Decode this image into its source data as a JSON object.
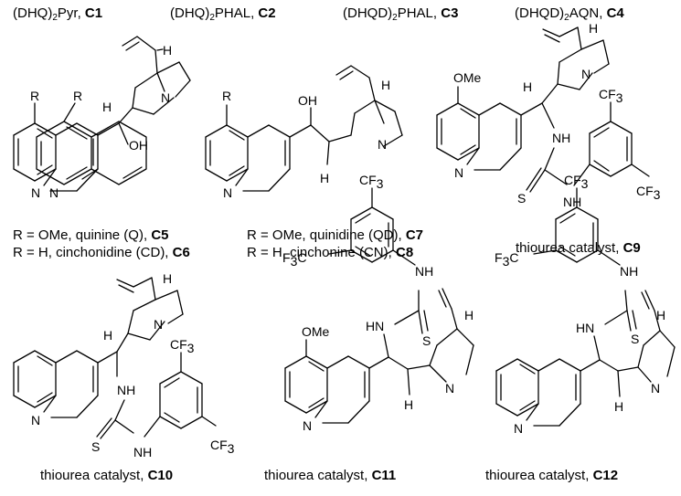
{
  "top_row": [
    {
      "pre": "(DHQ)",
      "sub": "2",
      "post": "Pyr, ",
      "code": "C1"
    },
    {
      "pre": "(DHQ)",
      "sub": "2",
      "post": "PHAL, ",
      "code": "C2"
    },
    {
      "pre": "(DHQD)",
      "sub": "2",
      "post": "PHAL, ",
      "code": "C3"
    },
    {
      "pre": "(DHQD)",
      "sub": "2",
      "post": "AQN, ",
      "code": "C4"
    }
  ],
  "captions": {
    "c5": {
      "text": "R = OMe, quinine (Q), ",
      "code": "C5"
    },
    "c6": {
      "text": "R = H, cinchonidine (CD), ",
      "code": "C6"
    },
    "c7": {
      "text": "R = OMe, quinidine (QD), ",
      "code": "C7"
    },
    "c8": {
      "text": "R = H, cinchonine (CN), ",
      "code": "C8"
    },
    "c9": {
      "text": "thiourea catalyst, ",
      "code": "C9"
    },
    "c10": {
      "text": "thiourea catalyst, ",
      "code": "C10"
    },
    "c11": {
      "text": "thiourea catalyst, ",
      "code": "C11"
    },
    "c12": {
      "text": "thiourea catalyst, ",
      "code": "C12"
    }
  },
  "atoms": {
    "N": "N",
    "H": "H",
    "R": "R",
    "OH": "OH",
    "OMe": "OMe",
    "NH": "NH",
    "HN": "HN",
    "S": "S",
    "CF": "CF",
    "F3C": "F",
    "three": "3",
    "C": "C"
  }
}
